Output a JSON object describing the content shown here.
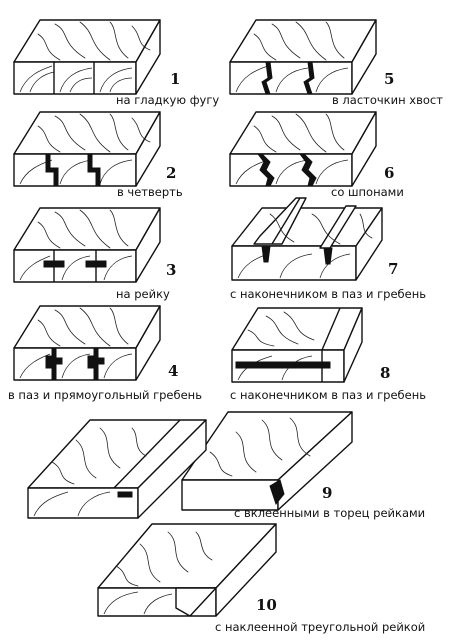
{
  "figures": [
    {
      "number": "1",
      "caption": "на гладкую фугу"
    },
    {
      "number": "2",
      "caption": "в четверть"
    },
    {
      "number": "3",
      "caption": "на рейку"
    },
    {
      "number": "4",
      "caption": "в паз и прямоугольный гребень"
    },
    {
      "number": "5",
      "caption": "в ласточкин хвост"
    },
    {
      "number": "6",
      "caption": "со шпонами"
    },
    {
      "number": "7",
      "caption": "с наконечником в паз и гребень"
    },
    {
      "number": "8",
      "caption": "с наконечником в паз и гребень"
    },
    {
      "number": "9",
      "caption": "с вклеенными в торец рейками"
    },
    {
      "number": "10",
      "caption": "с наклеенной треугольной рейкой"
    }
  ]
}
